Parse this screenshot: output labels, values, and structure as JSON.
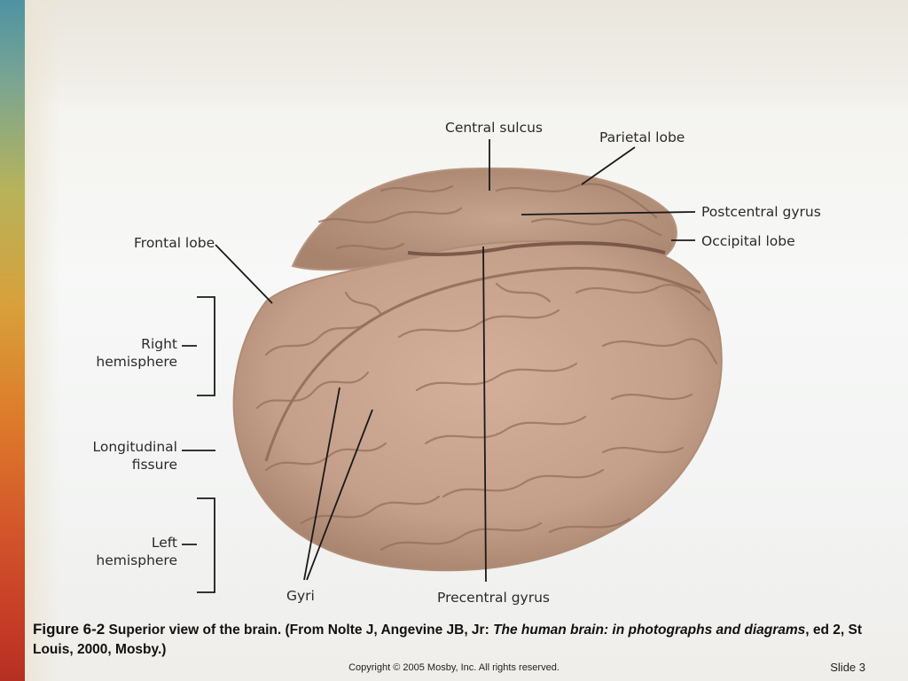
{
  "labels": {
    "central_sulcus": "Central sulcus",
    "parietal_lobe": "Parietal lobe",
    "postcentral_gyrus": "Postcentral gyrus",
    "occipital_lobe": "Occipital lobe",
    "frontal_lobe": "Frontal lobe",
    "right_hemisphere_1": "Right",
    "right_hemisphere_2": "hemisphere",
    "longitudinal_fissure_1": "Longitudinal",
    "longitudinal_fissure_2": "fissure",
    "left_hemisphere_1": "Left",
    "left_hemisphere_2": "hemisphere",
    "gyri": "Gyri",
    "precentral_gyrus": "Precentral gyrus"
  },
  "caption": {
    "figure_number": "Figure 6-2",
    "text_part1": " Superior view of the brain. (From Nolte J, Angevine JB, Jr: ",
    "book_title": "The human brain: in photographs and diagrams",
    "text_part2": ", ed 2, St Louis, 2000, Mosby.)"
  },
  "footer": {
    "copyright": "Copyright © 2005 Mosby, Inc. All rights reserved.",
    "slide": "Slide 3"
  },
  "colors": {
    "brain_fill": "#c9a48e",
    "brain_shadow": "#a98570",
    "sulci": "#8f6c5a",
    "leader_line": "#1a1a1a"
  }
}
